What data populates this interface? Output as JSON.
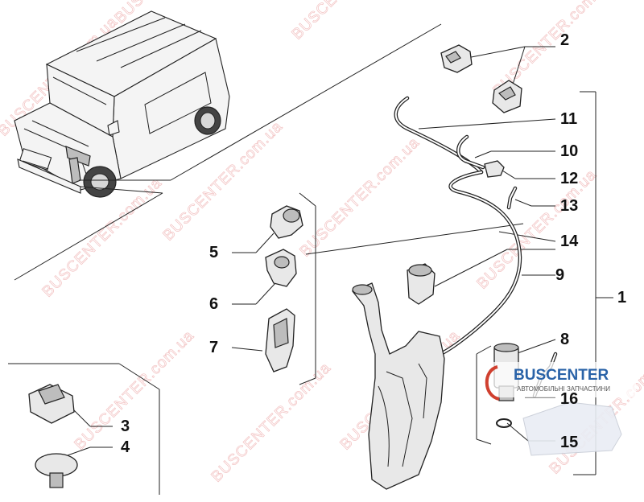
{
  "diagram": {
    "callouts": [
      "1",
      "2",
      "3",
      "4",
      "5",
      "6",
      "7",
      "8",
      "9",
      "10",
      "11",
      "12",
      "13",
      "14",
      "15",
      "16"
    ],
    "watermark": {
      "text": "BUSCENTER.com.ua",
      "color": "#f2c2c2"
    },
    "brand_logo": {
      "name": "BUSCENTER",
      "tagline": "АВТОМОБІЛЬНІ ЗАПЧАСТИНИ",
      "accent": "#2a63a8",
      "mark_color": "#d0402f"
    }
  }
}
